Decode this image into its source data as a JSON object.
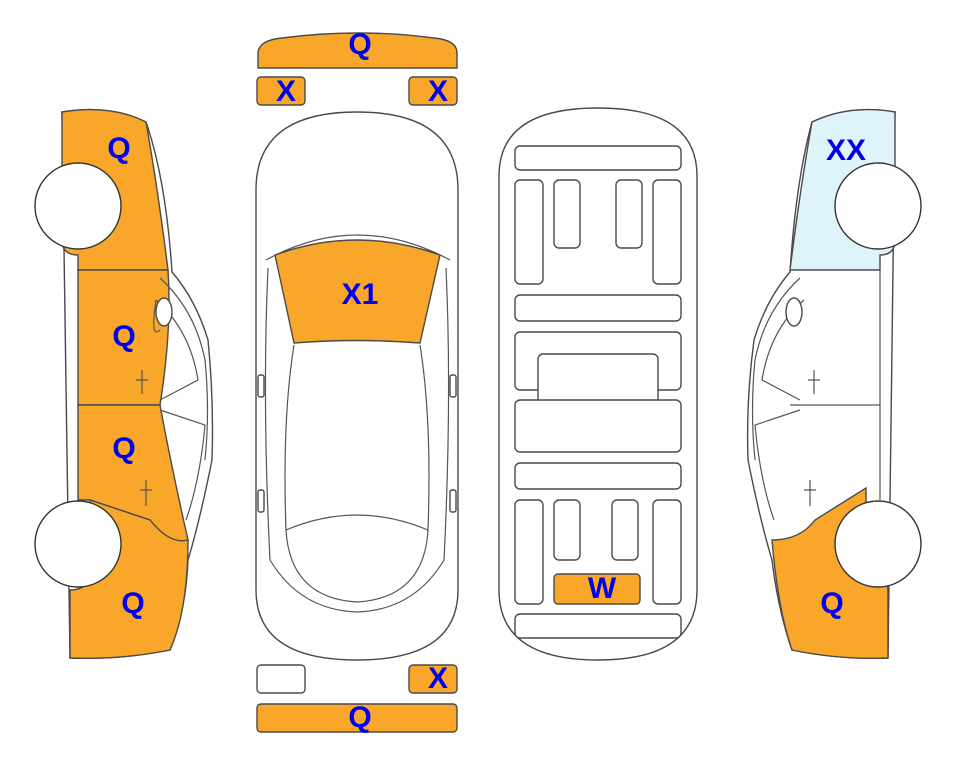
{
  "colors": {
    "damage": "#F9A72B",
    "minor": "#DFF3FA",
    "outline": "#4A4A4A",
    "label": "#0000EE"
  },
  "labels": {
    "front_bumper": "Q",
    "front_left_light": "X",
    "front_right_light": "X",
    "left_front_fender": "Q",
    "left_front_door": "Q",
    "left_rear_door": "Q",
    "left_rear_quarter": "Q",
    "hood": "X1",
    "underbody_rear": "W",
    "right_front_fender": "XX",
    "right_rear_quarter": "Q",
    "rear_right_light": "X",
    "rear_bumper": "Q"
  }
}
